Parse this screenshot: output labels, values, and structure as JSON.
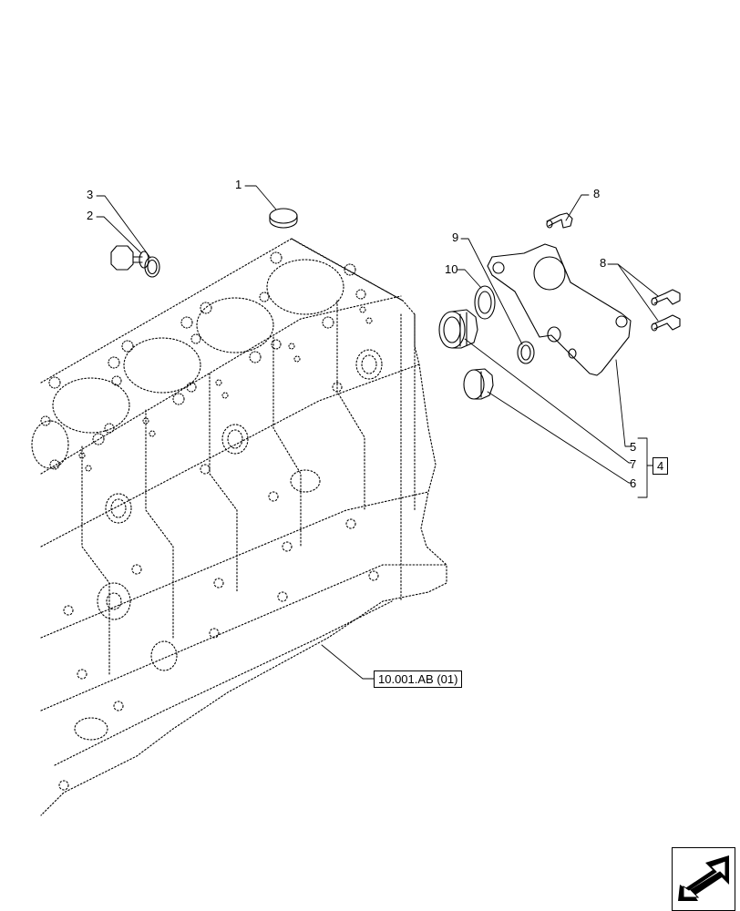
{
  "callouts": {
    "c1": "1",
    "c2": "2",
    "c3": "3",
    "c4": "4",
    "c5": "5",
    "c6": "6",
    "c7": "7",
    "c8a": "8",
    "c8b": "8",
    "c9": "9",
    "c10": "10"
  },
  "reference": {
    "label": "10.001.AB (01)"
  },
  "icons": {
    "nav": "next-page-arrow-icon"
  }
}
